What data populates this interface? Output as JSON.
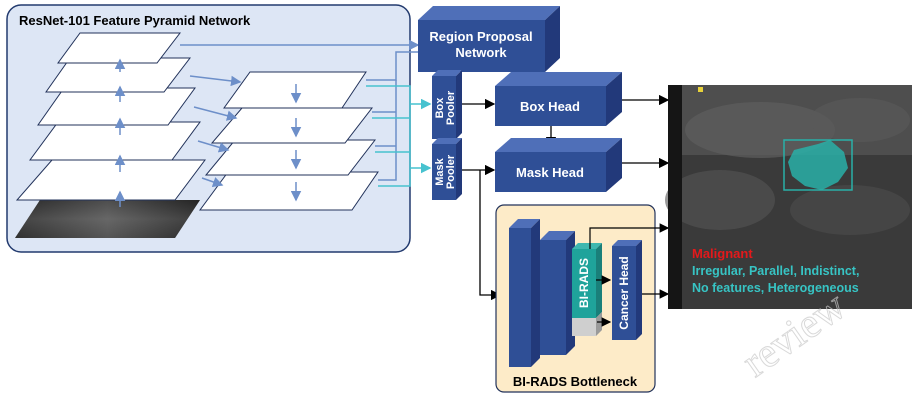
{
  "backbone": {
    "title": "ResNet-101 Feature Pyramid Network"
  },
  "rpn": {
    "line1": "Region Proposal",
    "line2": "Network"
  },
  "box_pooler": {
    "line1": "Box",
    "line2": "Pooler"
  },
  "mask_pooler": {
    "line1": "Mask",
    "line2": "Pooler"
  },
  "box_head": {
    "label": "Box Head"
  },
  "mask_head": {
    "label": "Mask Head"
  },
  "bottleneck": {
    "title": "BI-RADS Bottleneck",
    "birads_label": "BI-RADS",
    "cancer_head_label": "Cancer Head"
  },
  "output": {
    "diagnosis": "Malignant",
    "features_line1": "Irregular, Parallel, Indistinct,",
    "features_line2": "No features, Heterogeneous"
  },
  "watermark": "review",
  "colors": {
    "backbone_bg": "#dde6f5",
    "block_blue": "#2f4f96",
    "block_top": "#4f6fb8",
    "block_side": "#22397a",
    "bottleneck_bg": "#fdebc8",
    "arrow_blue": "#6d8fc9",
    "arrow_cyan": "#47c2cf",
    "mask_teal": "#29b0a8",
    "malignant_red": "#e3191b",
    "features_cyan": "#37c4c4"
  }
}
